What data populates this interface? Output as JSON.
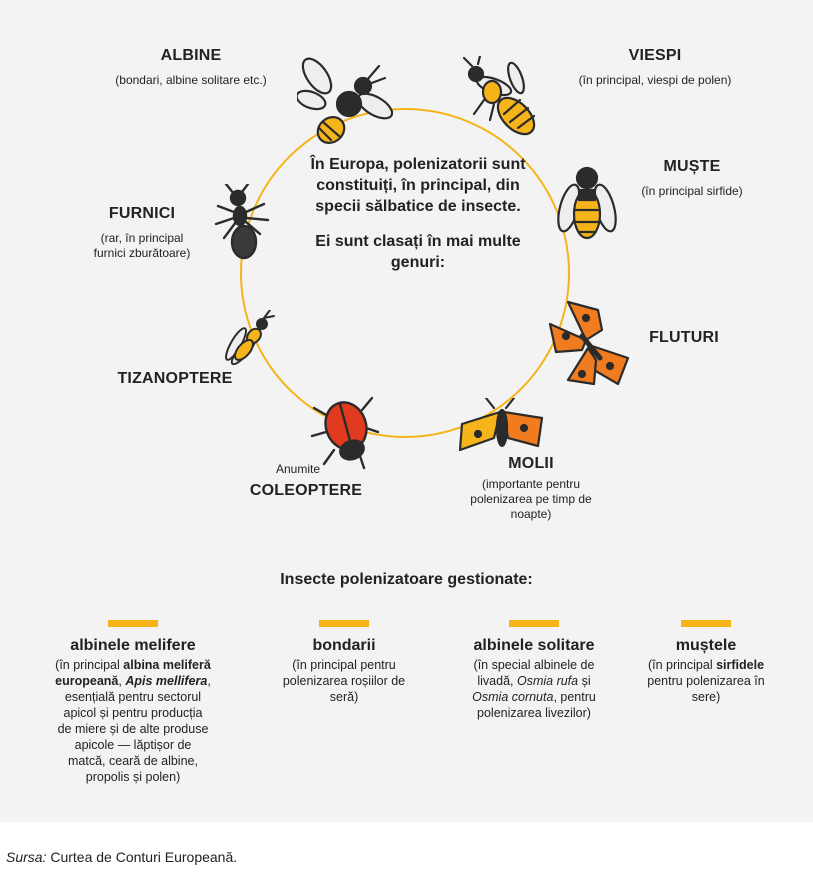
{
  "center": {
    "line1": "În Europa, polenizatorii sunt constituiți, în principal, din specii sălbatice de insecte.",
    "line2": "Ei sunt clasați în mai multe genuri:"
  },
  "groups": {
    "albine": {
      "title": "ALBINE",
      "sub": "(bondari, albine solitare etc.)"
    },
    "viespi": {
      "title": "VIESPI",
      "sub": "(în principal, viespi de polen)"
    },
    "muste": {
      "title": "MUȘTE",
      "sub": "(în principal sirfide)"
    },
    "furnici": {
      "title": "FURNICI",
      "sub1": "(rar, în principal",
      "sub2": "furnici zburătoare)"
    },
    "fluturi": {
      "title": "FLUTURI"
    },
    "tizanoptere": {
      "title": "TIZANOPTERE"
    },
    "molii": {
      "title": "MOLII",
      "sub1": "(importante pentru",
      "sub2": "polenizarea pe timp de",
      "sub3": "noapte)"
    },
    "coleoptere": {
      "pre": "Anumite",
      "title": "COLEOPTERE"
    }
  },
  "managed": {
    "heading": "Insecte polenizatoare gestionate:",
    "melifere": {
      "title": "albinele melifere",
      "d1": "(în principal ",
      "d1b": "albina meliferă",
      "d2b": "europeană",
      "d2": ", ",
      "d2i": "Apis mellifera",
      "d2c": ",",
      "d3": "esențială pentru sectorul",
      "d4": "apicol și pentru producția",
      "d5": "de miere și de alte produse",
      "d6": "apicole — lăptișor de",
      "d7": "matcă, ceară de albine,",
      "d8": "propolis și polen)"
    },
    "bondarii": {
      "title": "bondarii",
      "d1": "(în principal pentru",
      "d2": "polenizarea roșiilor de",
      "d3": "seră)"
    },
    "solitare": {
      "title": "albinele solitare",
      "d1": "(în special albinele de",
      "d2": "livadă, ",
      "d2i": "Osmia rufa",
      "d2c": " și",
      "d3i": "Osmia cornuta",
      "d3": ", pentru",
      "d4": "polenizarea livezilor)"
    },
    "mustele": {
      "title": "muștele",
      "d1": "(în principal ",
      "d1b": "sirfidele",
      "d2": "pentru polenizarea în",
      "d3": "sere)"
    }
  },
  "source": {
    "label": "Sursa:",
    "text": " Curtea de Conturi Europeană."
  },
  "colors": {
    "accent": "#f5b41a",
    "orange": "#f07c1f",
    "red": "#e03b1f",
    "dark": "#2b2b2b"
  },
  "icons": [
    "bee-icon",
    "wasp-icon",
    "hoverfly-icon",
    "ant-icon",
    "butterfly-icon",
    "thrips-icon",
    "moth-icon",
    "beetle-icon"
  ]
}
